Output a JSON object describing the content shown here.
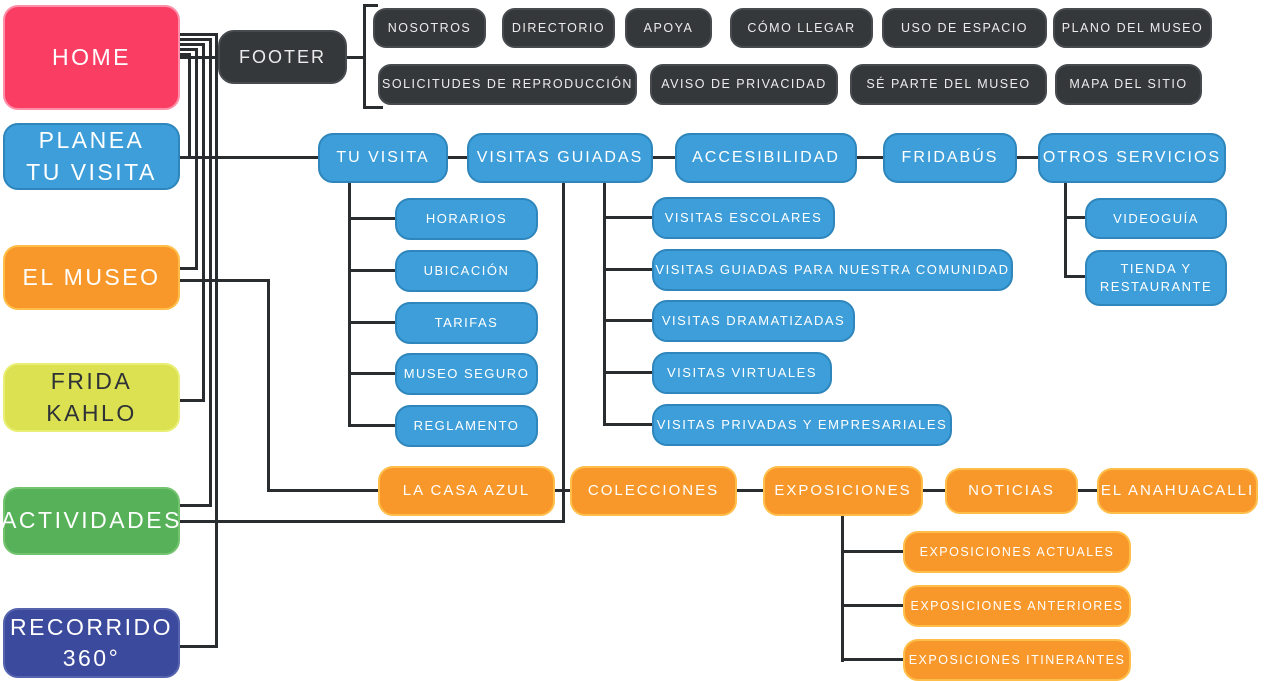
{
  "home": {
    "label": "HOME"
  },
  "left_nav": {
    "planea": "PLANEA\nTU VISITA",
    "museo": "EL MUSEO",
    "frida": "FRIDA\nKAHLO",
    "actividades": "ACTIVIDADES",
    "recorrido": "RECORRIDO\n360°"
  },
  "footer": {
    "label": "FOOTER",
    "row1": [
      "NOSOTROS",
      "DIRECTORIO",
      "APOYA",
      "CÓMO LLEGAR",
      "USO DE ESPACIO",
      "PLANO DEL MUSEO"
    ],
    "row2": [
      "SOLICITUDES DE REPRODUCCIÓN",
      "AVISO DE PRIVACIDAD",
      "SÉ PARTE DEL MUSEO",
      "MAPA DEL SITIO"
    ]
  },
  "visita": {
    "row": [
      "TU VISITA",
      "VISITAS GUIADAS",
      "ACCESIBILIDAD",
      "FRIDABÚS",
      "OTROS SERVICIOS"
    ],
    "tu_visita_children": [
      "HORARIOS",
      "UBICACIÓN",
      "TARIFAS",
      "MUSEO SEGURO",
      "REGLAMENTO"
    ],
    "visitas_guiadas_children": [
      "VISITAS ESCOLARES",
      "VISITAS GUIADAS PARA NUESTRA COMUNIDAD",
      "VISITAS DRAMATIZADAS",
      "VISITAS VIRTUALES",
      "VISITAS PRIVADAS Y EMPRESARIALES"
    ],
    "otros_servicios_children": [
      "VIDEOGUÍA",
      "TIENDA Y\nRESTAURANTE"
    ]
  },
  "museo": {
    "row": [
      "LA CASA AZUL",
      "COLECCIONES",
      "EXPOSICIONES",
      "NOTICIAS",
      "EL ANAHUACALLI"
    ],
    "exposiciones_children": [
      "EXPOSICIONES ACTUALES",
      "EXPOSICIONES ANTERIORES",
      "EXPOSICIONES ITINERANTES"
    ]
  },
  "colors": {
    "pink": "#FA3E63",
    "blue": "#3D9ED9",
    "orange": "#F8982B",
    "dark": "#35383B",
    "lime": "#DBE151",
    "green": "#56B158",
    "indigo": "#3C4A9D",
    "line": "#2A2D2F"
  }
}
